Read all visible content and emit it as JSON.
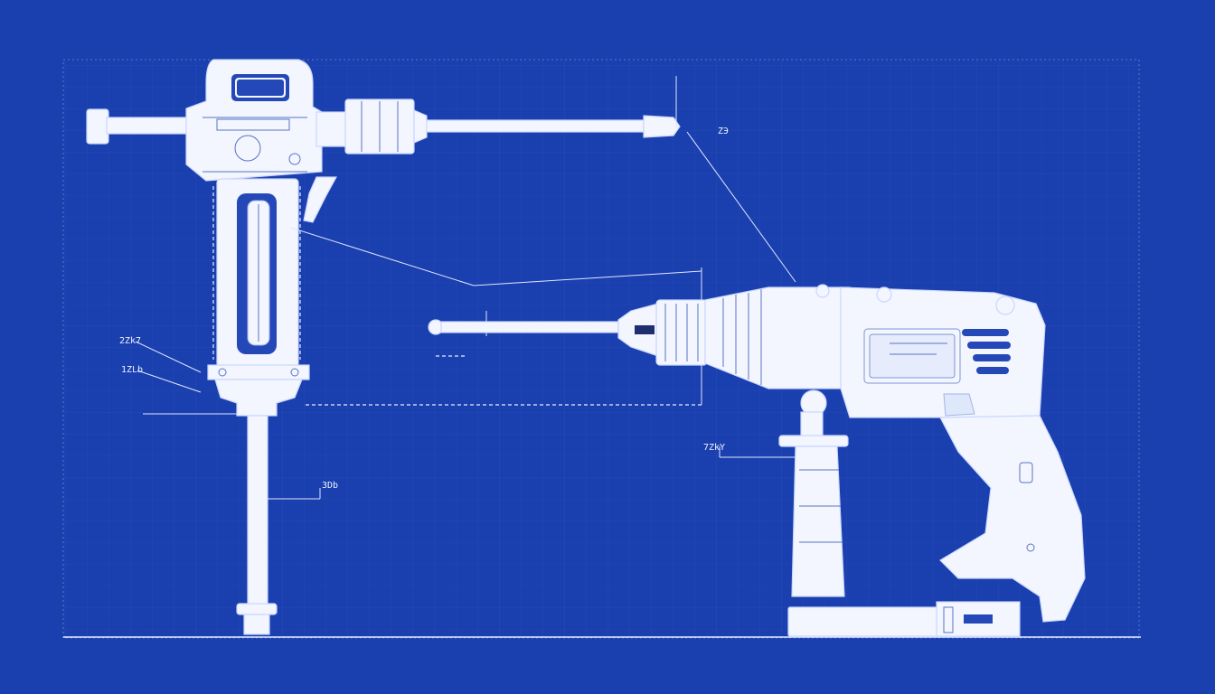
{
  "diagram": {
    "background_color": "#1a3fae",
    "line_color": "#e8eeff",
    "left_tool": {
      "name": "jackhammer-drill",
      "callouts": [
        "2Zk7",
        "1ZLb",
        "3Db"
      ]
    },
    "top_callout": "ZЭ",
    "right_tool": {
      "name": "hammer-drill",
      "callouts": [
        "7ZkY"
      ]
    }
  }
}
